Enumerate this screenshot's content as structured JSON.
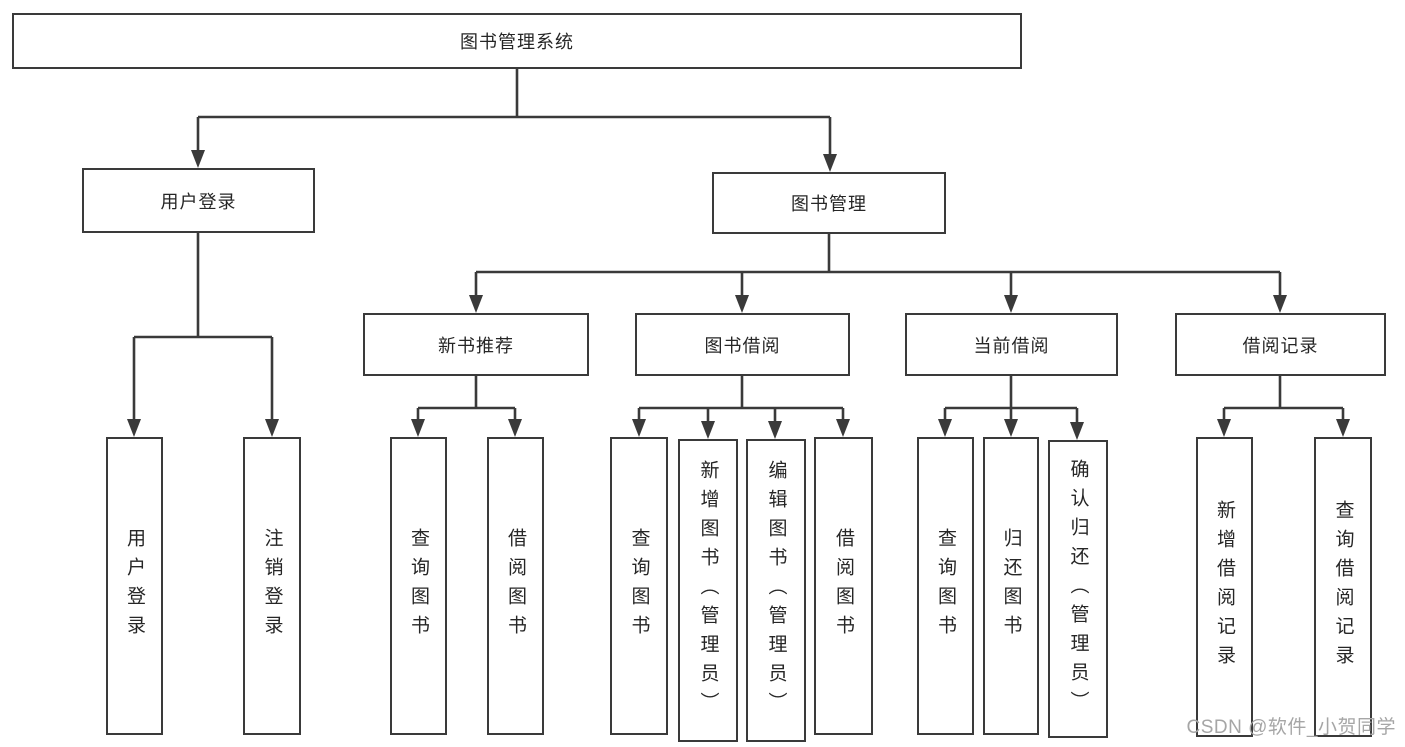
{
  "colors": {
    "line": "#3a3a3a",
    "node_border": "#3a3a3a",
    "node_text": "#262626",
    "background": "#ffffff",
    "watermark_text_color": "#a6a6a6"
  },
  "tree": {
    "label": "图书管理系统",
    "children": [
      {
        "label": "用户登录",
        "children": [
          {
            "label": "用户登录"
          },
          {
            "label": "注销登录"
          }
        ]
      },
      {
        "label": "图书管理",
        "children": [
          {
            "label": "新书推荐",
            "children": [
              {
                "label": "查询图书"
              },
              {
                "label": "借阅图书"
              }
            ]
          },
          {
            "label": "图书借阅",
            "children": [
              {
                "label": "查询图书"
              },
              {
                "label": "新增图书（管理员）"
              },
              {
                "label": "编辑图书（管理员）"
              },
              {
                "label": "借阅图书"
              }
            ]
          },
          {
            "label": "当前借阅",
            "children": [
              {
                "label": "查询图书"
              },
              {
                "label": "归还图书"
              },
              {
                "label": "确认归还（管理员）"
              }
            ]
          },
          {
            "label": "借阅记录",
            "children": [
              {
                "label": "新增借阅记录"
              },
              {
                "label": "查询借阅记录"
              }
            ]
          }
        ]
      }
    ]
  },
  "watermark": {
    "text": "CSDN @软件_小贺同学"
  }
}
